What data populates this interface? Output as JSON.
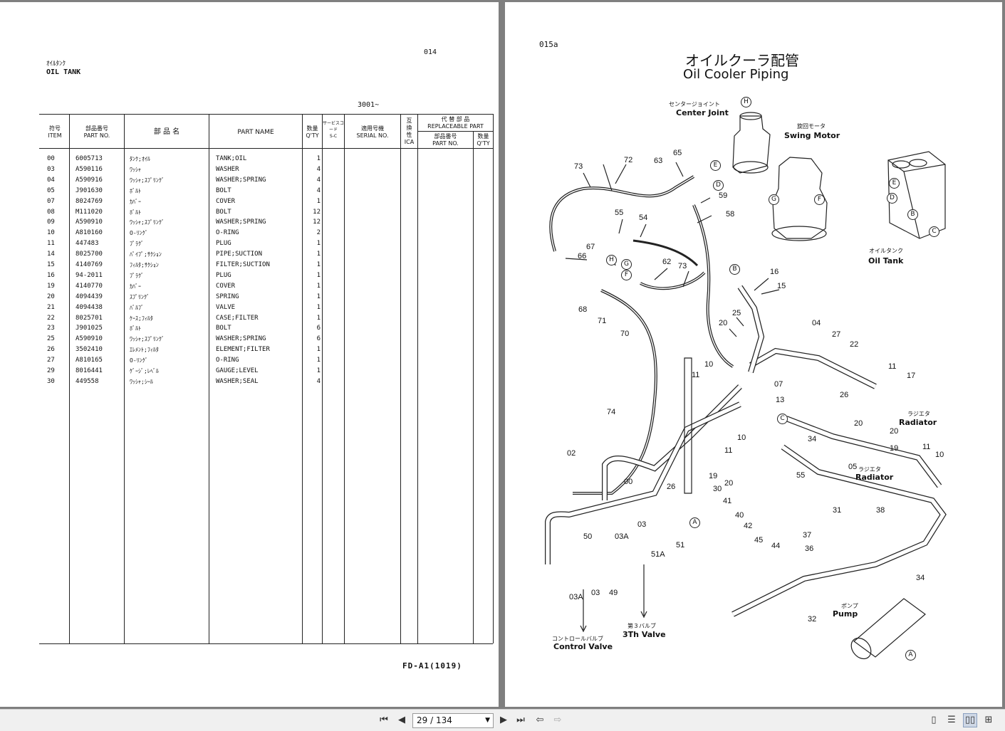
{
  "left_page": {
    "title_jp": "ｵｲﾙﾀﾝｸ",
    "title_en": "OIL TANK",
    "page_no": "014",
    "serial_range": "3001~",
    "headers": {
      "item_jp": "符号",
      "item_en": "ITEM",
      "part_no_jp": "部品番号",
      "part_no_en": "PART NO.",
      "name_jp": "部 品 名",
      "name_en": "PART NAME",
      "qty_jp": "数量",
      "qty_en": "Q'TY",
      "service_jp": "サービスコード",
      "service_en": "S-C",
      "serial_jp": "適用号機",
      "serial_en": "SERIAL NO.",
      "ica_jp": "互換性",
      "ica_en": "ICA",
      "repl_jp": "代 替 部 品",
      "repl_en": "REPLACEABLE PART",
      "repl_pno_jp": "部品番号",
      "repl_pno_en": "PART NO.",
      "repl_qty_jp": "数量",
      "repl_qty_en": "Q'TY"
    },
    "rows": [
      {
        "item": "00",
        "part_no": "6005713",
        "name_jp": "ﾀﾝｸ;ｵｲﾙ",
        "name": "TANK;OIL",
        "qty": "1"
      },
      {
        "item": "03",
        "part_no": "A590116",
        "name_jp": "ﾜｯｼｬ",
        "name": "WASHER",
        "qty": "4"
      },
      {
        "item": "04",
        "part_no": "A590916",
        "name_jp": "ﾜｯｼｬ;ｽﾌﾟﾘﾝｸﾞ",
        "name": "WASHER;SPRING",
        "qty": "4"
      },
      {
        "item": "05",
        "part_no": "J901630",
        "name_jp": "ﾎﾞﾙﾄ",
        "name": "BOLT",
        "qty": "4"
      },
      {
        "item": "07",
        "part_no": "8024769",
        "name_jp": "ｶﾊﾞｰ",
        "name": "COVER",
        "qty": "1"
      },
      {
        "item": "08",
        "part_no": "M111020",
        "name_jp": "ﾎﾞﾙﾄ",
        "name": "BOLT",
        "qty": "12"
      },
      {
        "item": "09",
        "part_no": "A590910",
        "name_jp": "ﾜｯｼｬ;ｽﾌﾟﾘﾝｸﾞ",
        "name": "WASHER;SPRING",
        "qty": "12"
      },
      {
        "item": "10",
        "part_no": "A810160",
        "name_jp": "O-ﾘﾝｸﾞ",
        "name": "O-RING",
        "qty": "2"
      },
      {
        "item": "11",
        "part_no": "447483",
        "name_jp": "ﾌﾟﾗｸﾞ",
        "name": "PLUG",
        "qty": "1"
      },
      {
        "item": "14",
        "part_no": "8025700",
        "name_jp": "ﾊﾟｲﾌﾟ;ｻｸｼｮﾝ",
        "name": "PIPE;SUCTION",
        "qty": "1"
      },
      {
        "item": "15",
        "part_no": "4140769",
        "name_jp": "ﾌｨﾙﾀ;ｻｸｼｮﾝ",
        "name": "FILTER;SUCTION",
        "qty": "1"
      },
      {
        "item": "16",
        "part_no": "94-2011",
        "name_jp": "ﾌﾟﾗｸﾞ",
        "name": "PLUG",
        "qty": "1"
      },
      {
        "item": "19",
        "part_no": "4140770",
        "name_jp": "ｶﾊﾞｰ",
        "name": "COVER",
        "qty": "1"
      },
      {
        "item": "20",
        "part_no": "4094439",
        "name_jp": "ｽﾌﾟﾘﾝｸﾞ",
        "name": "SPRING",
        "qty": "1"
      },
      {
        "item": "21",
        "part_no": "4094438",
        "name_jp": "ﾊﾞﾙﾌﾞ",
        "name": "VALVE",
        "qty": "1"
      },
      {
        "item": "22",
        "part_no": "8025701",
        "name_jp": "ｹｰｽ;ﾌｨﾙﾀ",
        "name": "CASE;FILTER",
        "qty": "1"
      },
      {
        "item": "23",
        "part_no": "J901025",
        "name_jp": "ﾎﾞﾙﾄ",
        "name": "BOLT",
        "qty": "6"
      },
      {
        "item": "25",
        "part_no": "A590910",
        "name_jp": "ﾜｯｼｬ;ｽﾌﾟﾘﾝｸﾞ",
        "name": "WASHER;SPRING",
        "qty": "6"
      },
      {
        "item": "26",
        "part_no": "3502410",
        "name_jp": "ｴﾚﾒﾝﾄ;ﾌｨﾙﾀ",
        "name": "ELEMENT;FILTER",
        "qty": "1"
      },
      {
        "item": "27",
        "part_no": "A810165",
        "name_jp": "O-ﾘﾝｸﾞ",
        "name": "O-RING",
        "qty": "1"
      },
      {
        "item": "29",
        "part_no": "8016441",
        "name_jp": "ｹﾞｰｼﾞ;ﾚﾍﾞﾙ",
        "name": "GAUGE;LEVEL",
        "qty": "1"
      },
      {
        "item": "30",
        "part_no": "449558",
        "name_jp": "ﾜｯｼｬ;ｼｰﾙ",
        "name": "WASHER;SEAL",
        "qty": "4"
      }
    ],
    "footer_code": "FD-A1(1019)"
  },
  "right_page": {
    "page_no": "015a",
    "title_jp": "オイルクーラ配管",
    "title_en": "Oil Cooler Piping",
    "components": {
      "center_joint_jp": "センタージョイント",
      "center_joint_en": "Center Joint",
      "swing_motor_jp": "旋回モータ",
      "swing_motor_en": "Swing Motor",
      "oil_tank_jp": "オイルタンク",
      "oil_tank_en": "Oil Tank",
      "radiator_jp": "ラジエタ",
      "radiator_en": "Radiator",
      "radiator2_jp": "ラジエタ",
      "radiator2_en": "Radiator",
      "pump_jp": "ポンプ",
      "pump_en": "Pump",
      "control_valve_jp": "コントロールバルブ",
      "control_valve_en": "Control Valve",
      "third_valve_jp": "第３バルブ",
      "third_valve_en": "3Th Valve"
    },
    "callouts": {
      "c73a": "73",
      "c72": "72",
      "c63": "63",
      "c65": "65",
      "c59": "59",
      "c58": "58",
      "c55a": "55",
      "c54": "54",
      "c67": "67",
      "c66": "66",
      "c62": "62",
      "c73b": "73",
      "c68": "68",
      "c71": "71",
      "c70": "70",
      "c16": "16",
      "c15": "15",
      "c25": "25",
      "c20a": "20",
      "c04": "04",
      "c27": "27",
      "c22": "22",
      "c11a": "11",
      "c17": "17",
      "c10a": "10",
      "c11b": "11",
      "c07": "07",
      "c13": "13",
      "c26a": "26",
      "c20b": "20",
      "c20c": "20",
      "c74": "74",
      "c34a": "34",
      "c19a": "19",
      "c11c": "11",
      "c10b": "10",
      "c02": "02",
      "c10c": "10",
      "c11d": "11",
      "c19b": "19",
      "c20d": "20",
      "c55b": "55",
      "c05": "05",
      "c00": "00",
      "c26b": "26",
      "c30": "30",
      "c31": "31",
      "c38": "38",
      "c41": "41",
      "c40": "40",
      "c42": "42",
      "c03a": "03",
      "c03b": "03A",
      "c50": "50",
      "c51": "51",
      "c51a": "51A",
      "c45": "45",
      "c44": "44",
      "c37": "37",
      "c36": "36",
      "c34b": "34",
      "c03c": "03",
      "c49": "49",
      "c03d": "03A",
      "c32": "32"
    },
    "markers": [
      "H",
      "E",
      "D",
      "G",
      "F",
      "B",
      "C",
      "A"
    ]
  },
  "toolbar": {
    "first_icon": "first-page-icon",
    "prev_icon": "prev-page-icon",
    "page_value": "29 / 134",
    "next_icon": "next-page-icon",
    "last_icon": "last-page-icon",
    "back_icon": "back-view-icon",
    "forward_icon": "forward-view-icon",
    "single_icon": "single-page-icon",
    "continuous_icon": "continuous-icon",
    "facing_icon": "facing-pages-icon",
    "facing_cont_icon": "facing-continuous-icon"
  }
}
